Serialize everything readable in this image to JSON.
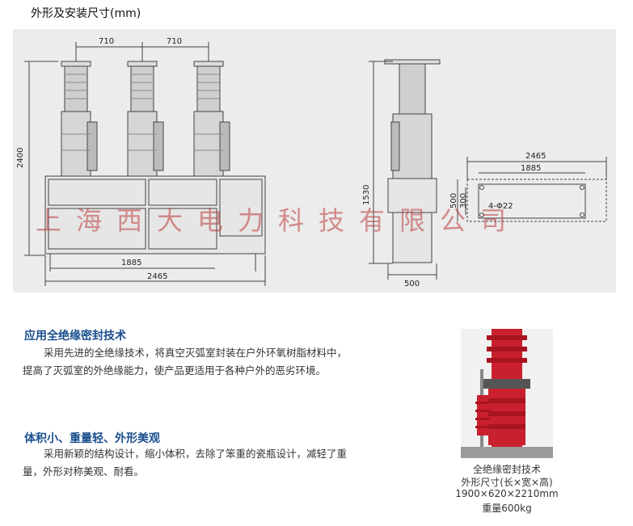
{
  "page_title": "外形及安装尺寸(mm)",
  "front_view": {
    "dim_top_left": "710",
    "dim_top_right": "710",
    "dim_height": "2400",
    "dim_1885": "1885",
    "dim_2465": "2465"
  },
  "side_view": {
    "dim_height": "1530",
    "dim_width": "500"
  },
  "mounting_view": {
    "dim_2465": "2465",
    "dim_1885": "1885",
    "dim_500": "500",
    "dim_300": "300",
    "hole_label": "4-Φ22"
  },
  "watermark": "上海西大电力科技有限公司",
  "sections": [
    {
      "heading": "应用全绝缘密封技术",
      "lines": [
        "采用先进的全绝缘技术，将真空灭弧室封装在户外环氧树脂材料中，",
        "提高了灭弧室的外绝缘能力，使产品更适用于各种户外的恶劣环境。"
      ]
    },
    {
      "heading": "体积小、重量轻、外形美观",
      "lines": [
        "采用新颖的结构设计，缩小体积，去除了笨重的瓷瓶设计，减轻了重",
        "量，外形对称美观、耐看。"
      ]
    }
  ],
  "photo_caption": {
    "line1": "全绝缘密封技术",
    "line2": "外形尺寸(长×宽×高)",
    "line3": "1900×620×2210mm",
    "line4": "重量600kg"
  },
  "colors": {
    "heading": "#1a4f8e",
    "product_red": "#c8202e",
    "panel_bg": "#ececec"
  }
}
